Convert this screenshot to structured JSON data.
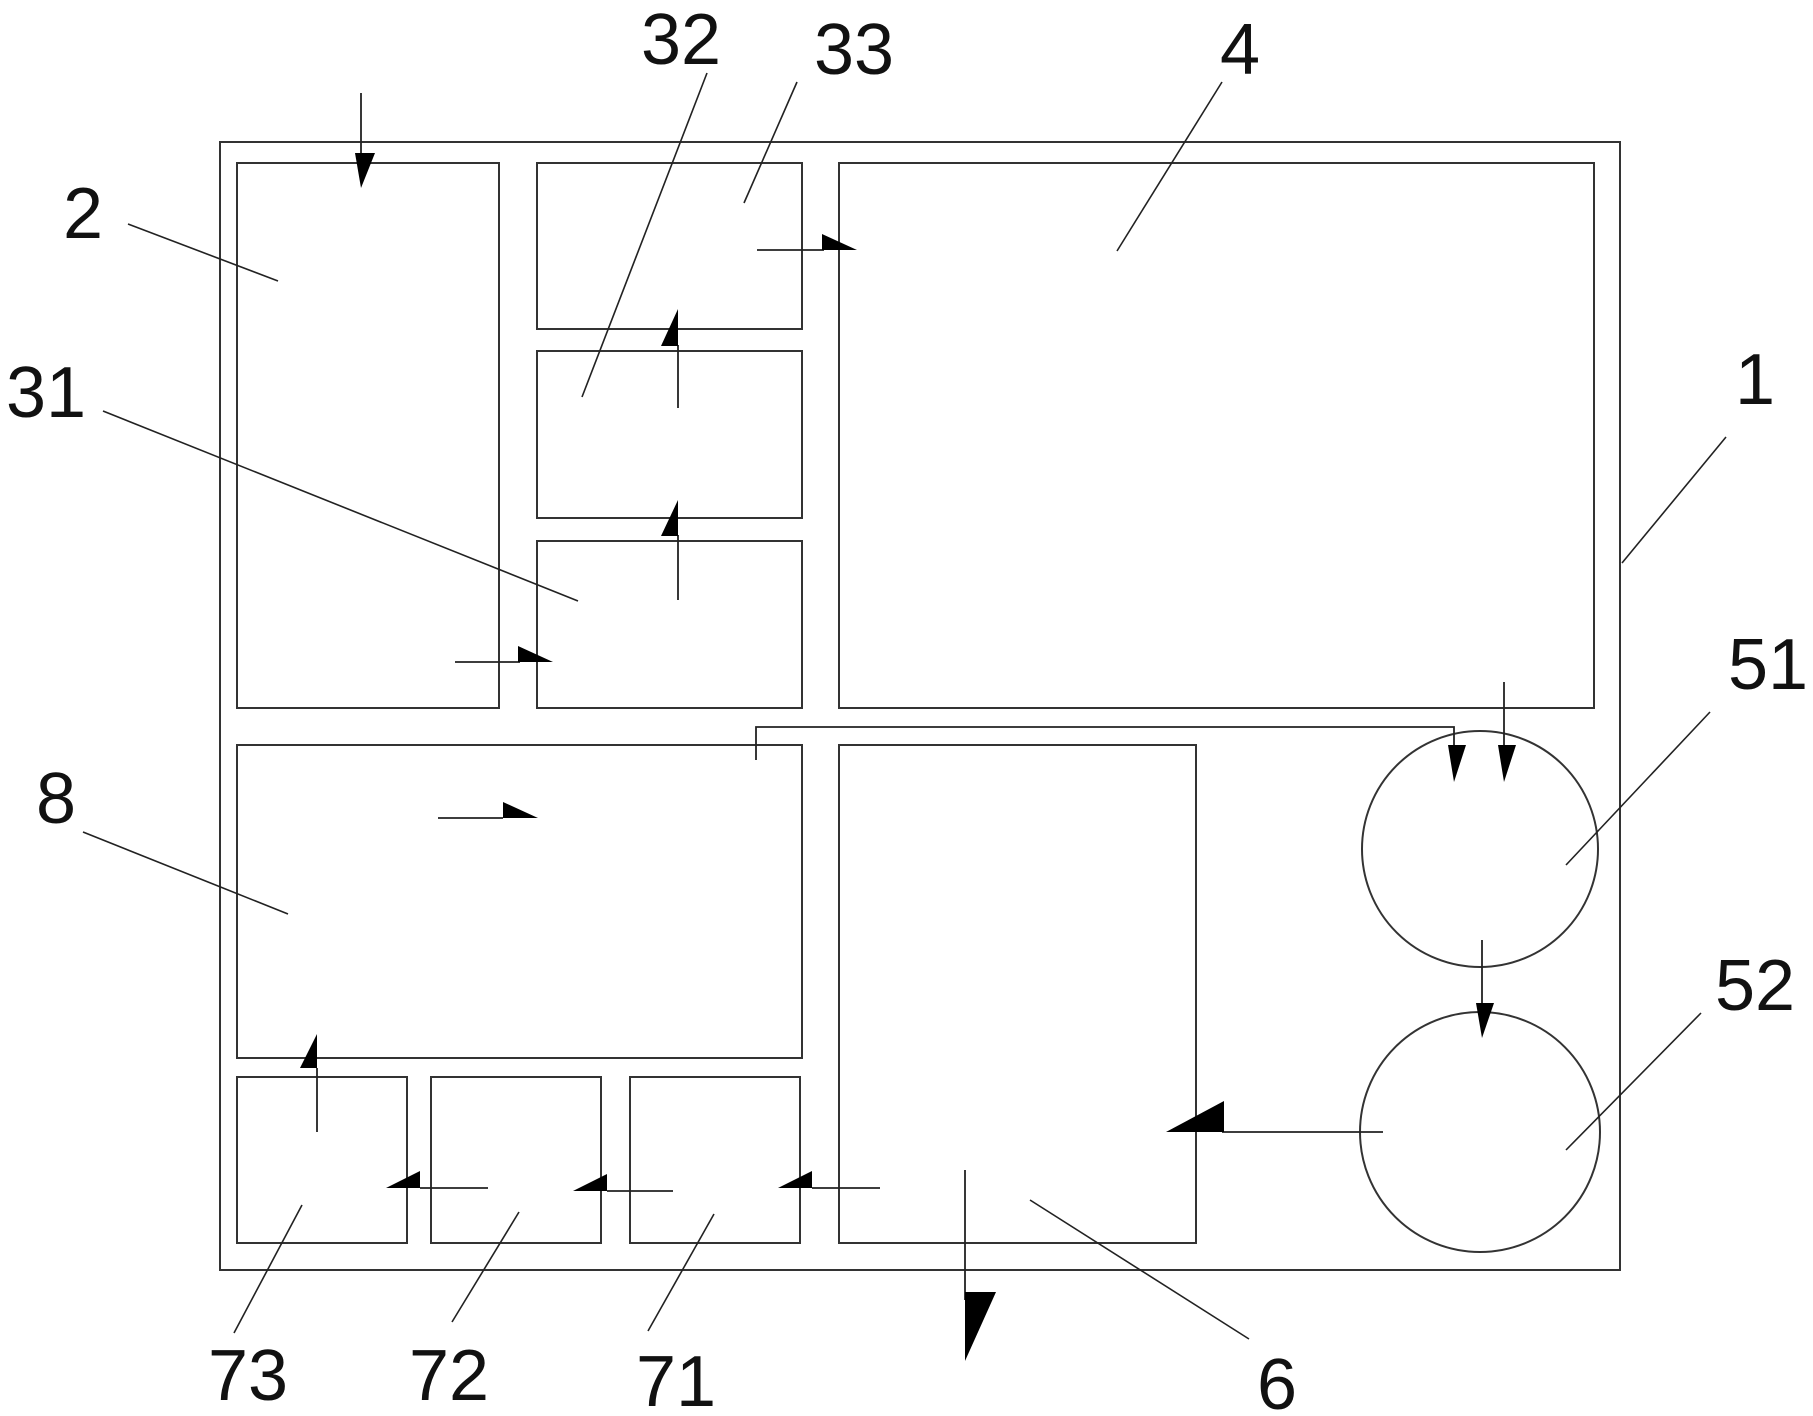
{
  "labels": {
    "frame": "1",
    "unit_2": "2",
    "unit_31": "31",
    "unit_32": "32",
    "unit_33": "33",
    "unit_4": "4",
    "unit_51": "51",
    "unit_52": "52",
    "unit_6": "6",
    "unit_71": "71",
    "unit_72": "72",
    "unit_73": "73",
    "unit_8": "8"
  }
}
